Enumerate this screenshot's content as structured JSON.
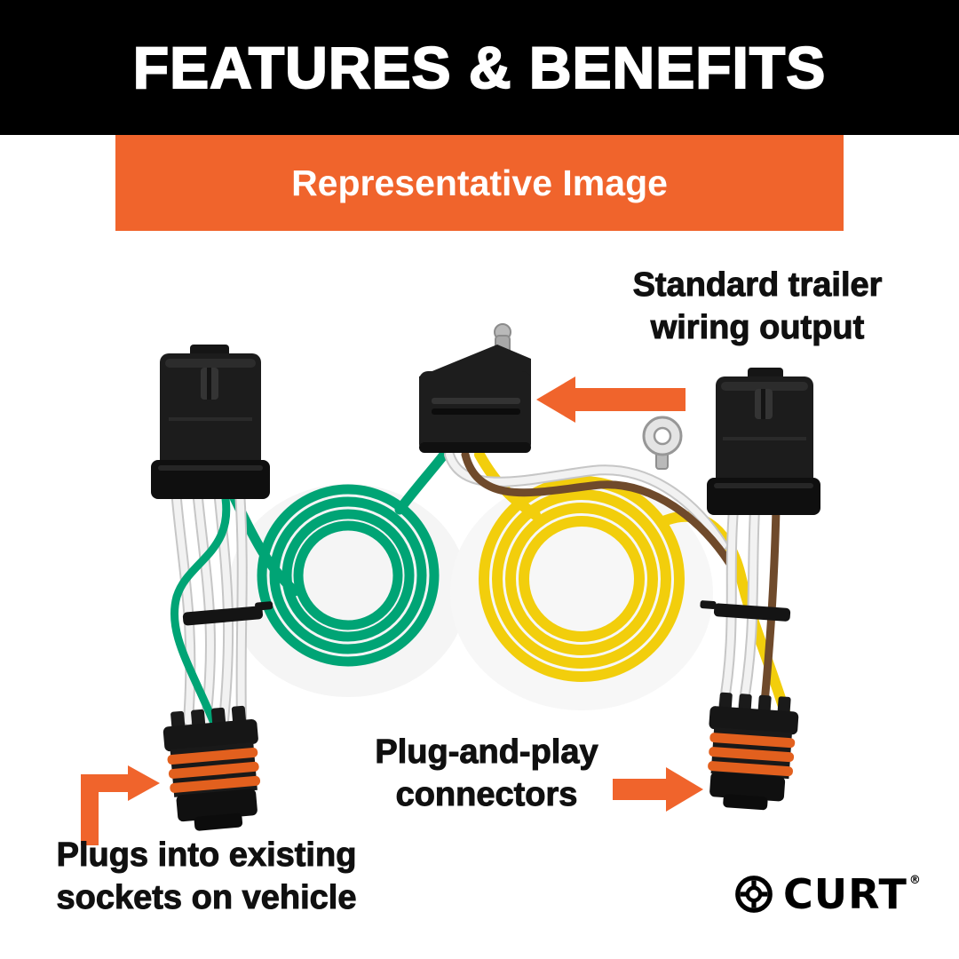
{
  "header": {
    "title": "FEATURES & BENEFITS"
  },
  "banner": {
    "label": "Representative Image"
  },
  "annotations": {
    "standard_output": {
      "line1": "Standard trailer",
      "line2": "wiring output"
    },
    "plug_and_play": {
      "line1": "Plug-and-play",
      "line2": "connectors"
    },
    "plugs_into": {
      "line1": "Plugs into existing",
      "line2": "sockets on vehicle"
    }
  },
  "logo": {
    "brand": "CURT",
    "registered_mark": "®"
  },
  "image": {
    "parts": [
      "vehicle-socket-connector-left",
      "flat4-trailer-output-connector",
      "vehicle-socket-connector-right",
      "green-wire-coil",
      "yellow-wire-coil",
      "ring-terminal",
      "plug-connector-left",
      "plug-connector-right",
      "cable-tie-left",
      "cable-tie-right"
    ]
  },
  "colors": {
    "accent_orange": "#F0642C",
    "seal_orange": "#E2601E",
    "header_black": "#000000",
    "wire_green": "#00A475",
    "wire_yellow": "#F2CE0C",
    "wire_brown": "#6F4A2B",
    "wire_white": "#F2F2F2",
    "connector_black": "#1C1C1C"
  }
}
